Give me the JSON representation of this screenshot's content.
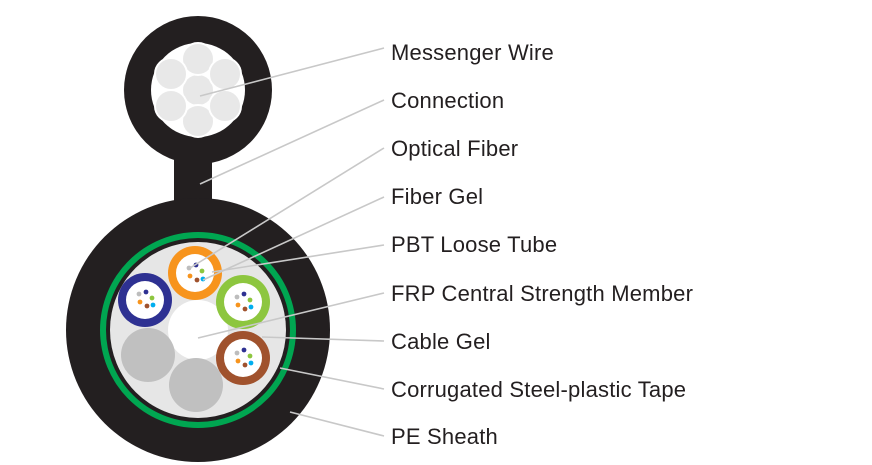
{
  "labels": [
    "Messenger Wire",
    "Connection",
    "Optical Fiber",
    "Fiber Gel",
    "PBT Loose Tube",
    "FRP Central Strength Member",
    "Cable Gel",
    "Corrugated Steel-plastic Tape",
    "PE Sheath"
  ],
  "colors": {
    "sheath": "#231f20",
    "steel_tape": "#00a651",
    "cable_gel": "#e6e6e6",
    "filler": "#c0c0c0",
    "tube_blue": "#2e3192",
    "tube_orange": "#f7941d",
    "tube_green": "#8dc63f",
    "tube_brown": "#a0522d",
    "leader_line": "#c8c8c8",
    "text": "#231f20"
  }
}
